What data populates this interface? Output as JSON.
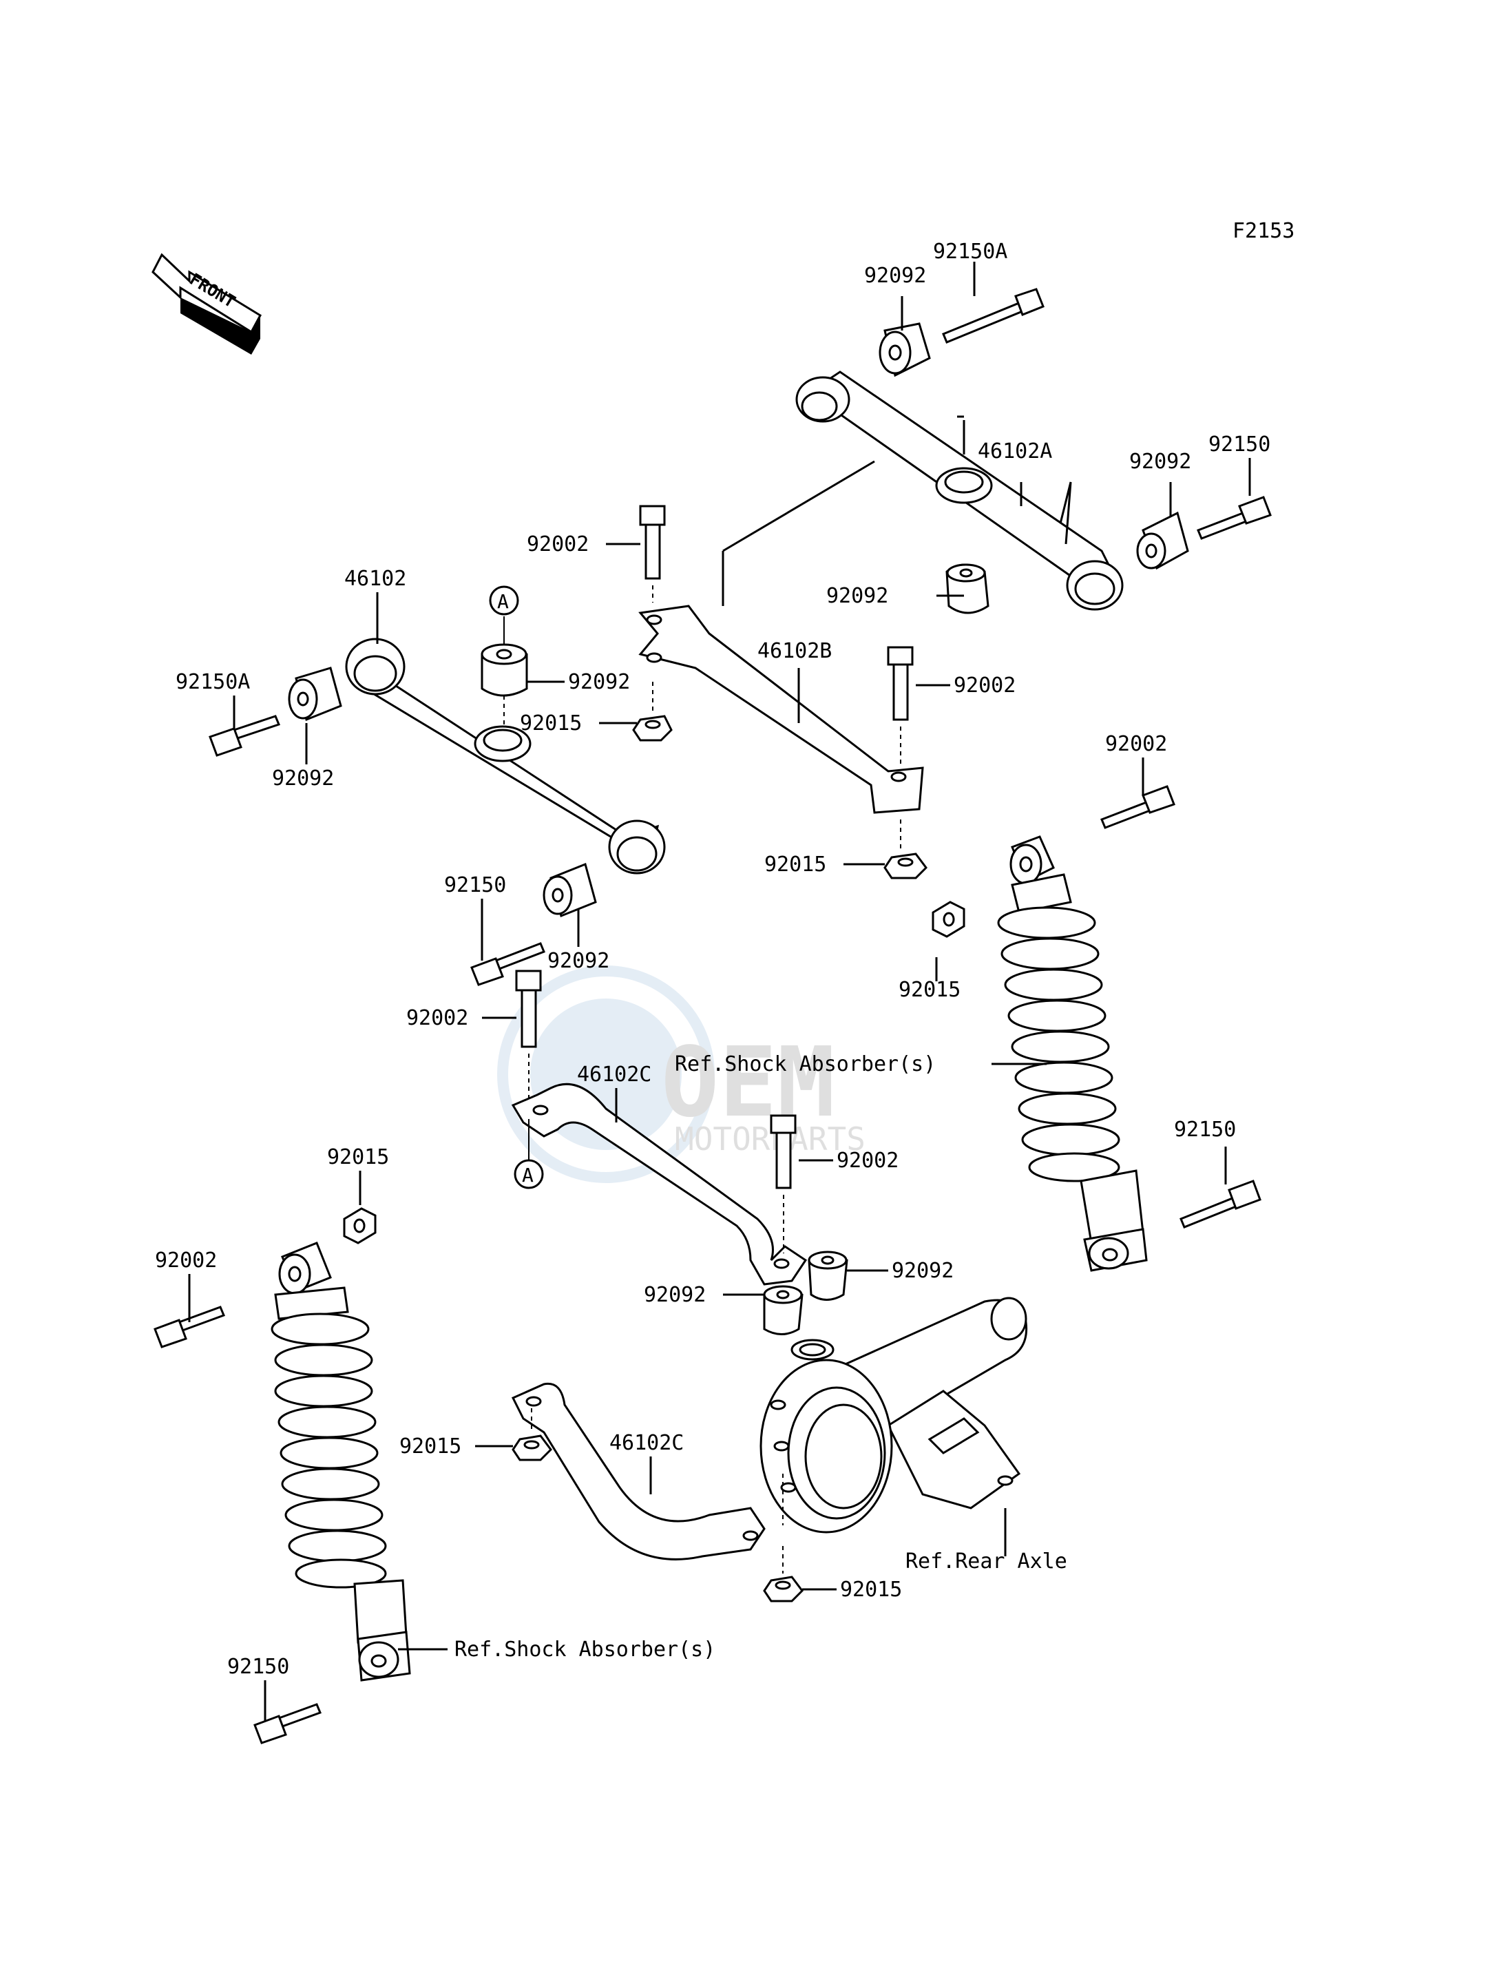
{
  "diagram": {
    "code": "F2153",
    "front_arrow": "FRONT",
    "watermark": {
      "main": "OEM",
      "sub": "MOTORPARTS"
    },
    "circle_marker": "A",
    "labels": {
      "p92150A_top": "92150A",
      "p92092_top": "92092",
      "p46102A": "46102A",
      "p92150_right": "92150",
      "p92092_right": "92092",
      "p92092_mid_right": "92092",
      "p92002_top": "92002",
      "p46102": "46102",
      "p92092_a": "92092",
      "p92150A_left": "92150A",
      "p92092_left": "92092",
      "p92015_a": "92015",
      "p46102B": "46102B",
      "p92002_b": "92002",
      "p92002_c": "92002",
      "p92015_b": "92015",
      "p92150_left": "92150",
      "p92092_lower": "92092",
      "p92015_c": "92015",
      "p92002_d": "92002",
      "p46102C_top": "46102C",
      "ref_shock_right": "Ref.Shock Absorber(s)",
      "p92150_shock_right": "92150",
      "p92002_e": "92002",
      "p92015_d": "92015",
      "p92002_f": "92002",
      "p92092_b": "92092",
      "p92092_c": "92092",
      "p92015_e": "92015",
      "p46102C_bottom": "46102C",
      "ref_rear_axle": "Ref.Rear Axle",
      "p92015_f": "92015",
      "p92150_bottom": "92150",
      "ref_shock_left": "Ref.Shock Absorber(s)"
    }
  }
}
